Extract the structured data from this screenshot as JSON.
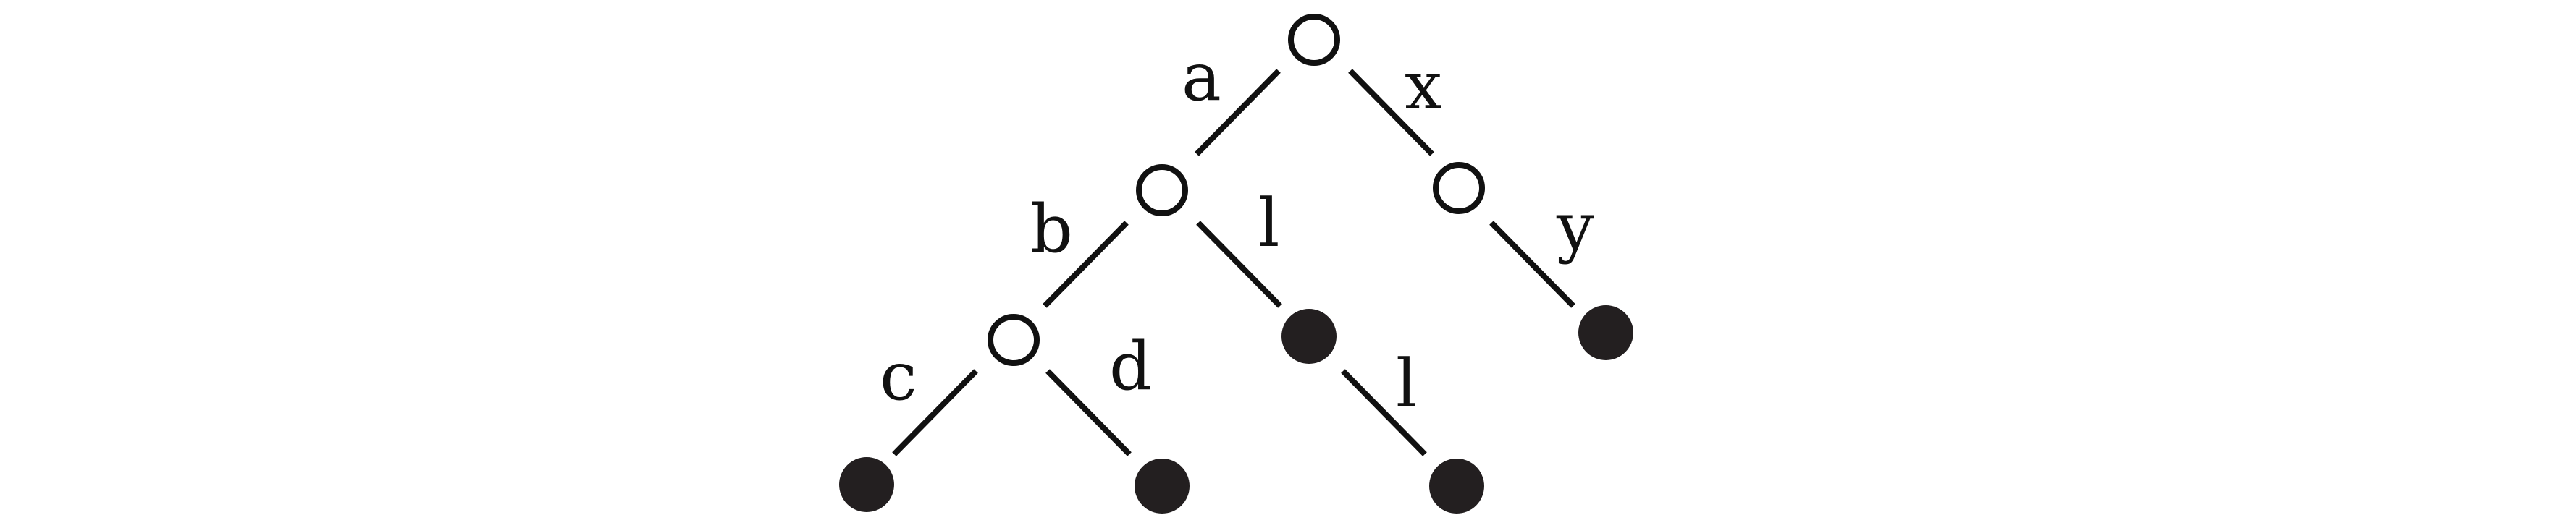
{
  "diagram": {
    "type": "tree",
    "nodes": [
      {
        "id": "root",
        "kind": "open"
      },
      {
        "id": "n_a",
        "kind": "open"
      },
      {
        "id": "n_x",
        "kind": "open"
      },
      {
        "id": "n_ab",
        "kind": "open"
      },
      {
        "id": "n_al",
        "kind": "filled"
      },
      {
        "id": "n_xy",
        "kind": "filled"
      },
      {
        "id": "n_abc",
        "kind": "filled"
      },
      {
        "id": "n_abd",
        "kind": "filled"
      },
      {
        "id": "n_all",
        "kind": "filled"
      }
    ],
    "edges": [
      {
        "id": "e_a",
        "from": "root",
        "to": "n_a",
        "label": "a"
      },
      {
        "id": "e_x",
        "from": "root",
        "to": "n_x",
        "label": "x"
      },
      {
        "id": "e_b",
        "from": "n_a",
        "to": "n_ab",
        "label": "b"
      },
      {
        "id": "e_l1",
        "from": "n_a",
        "to": "n_al",
        "label": "l"
      },
      {
        "id": "e_y",
        "from": "n_x",
        "to": "n_xy",
        "label": "y"
      },
      {
        "id": "e_c",
        "from": "n_ab",
        "to": "n_abc",
        "label": "c"
      },
      {
        "id": "e_d",
        "from": "n_ab",
        "to": "n_abd",
        "label": "d"
      },
      {
        "id": "e_l2",
        "from": "n_al",
        "to": "n_all",
        "label": "l"
      }
    ]
  },
  "colors": {
    "stroke": "#111111",
    "filled_node": "#231f20",
    "background": "#ffffff"
  }
}
